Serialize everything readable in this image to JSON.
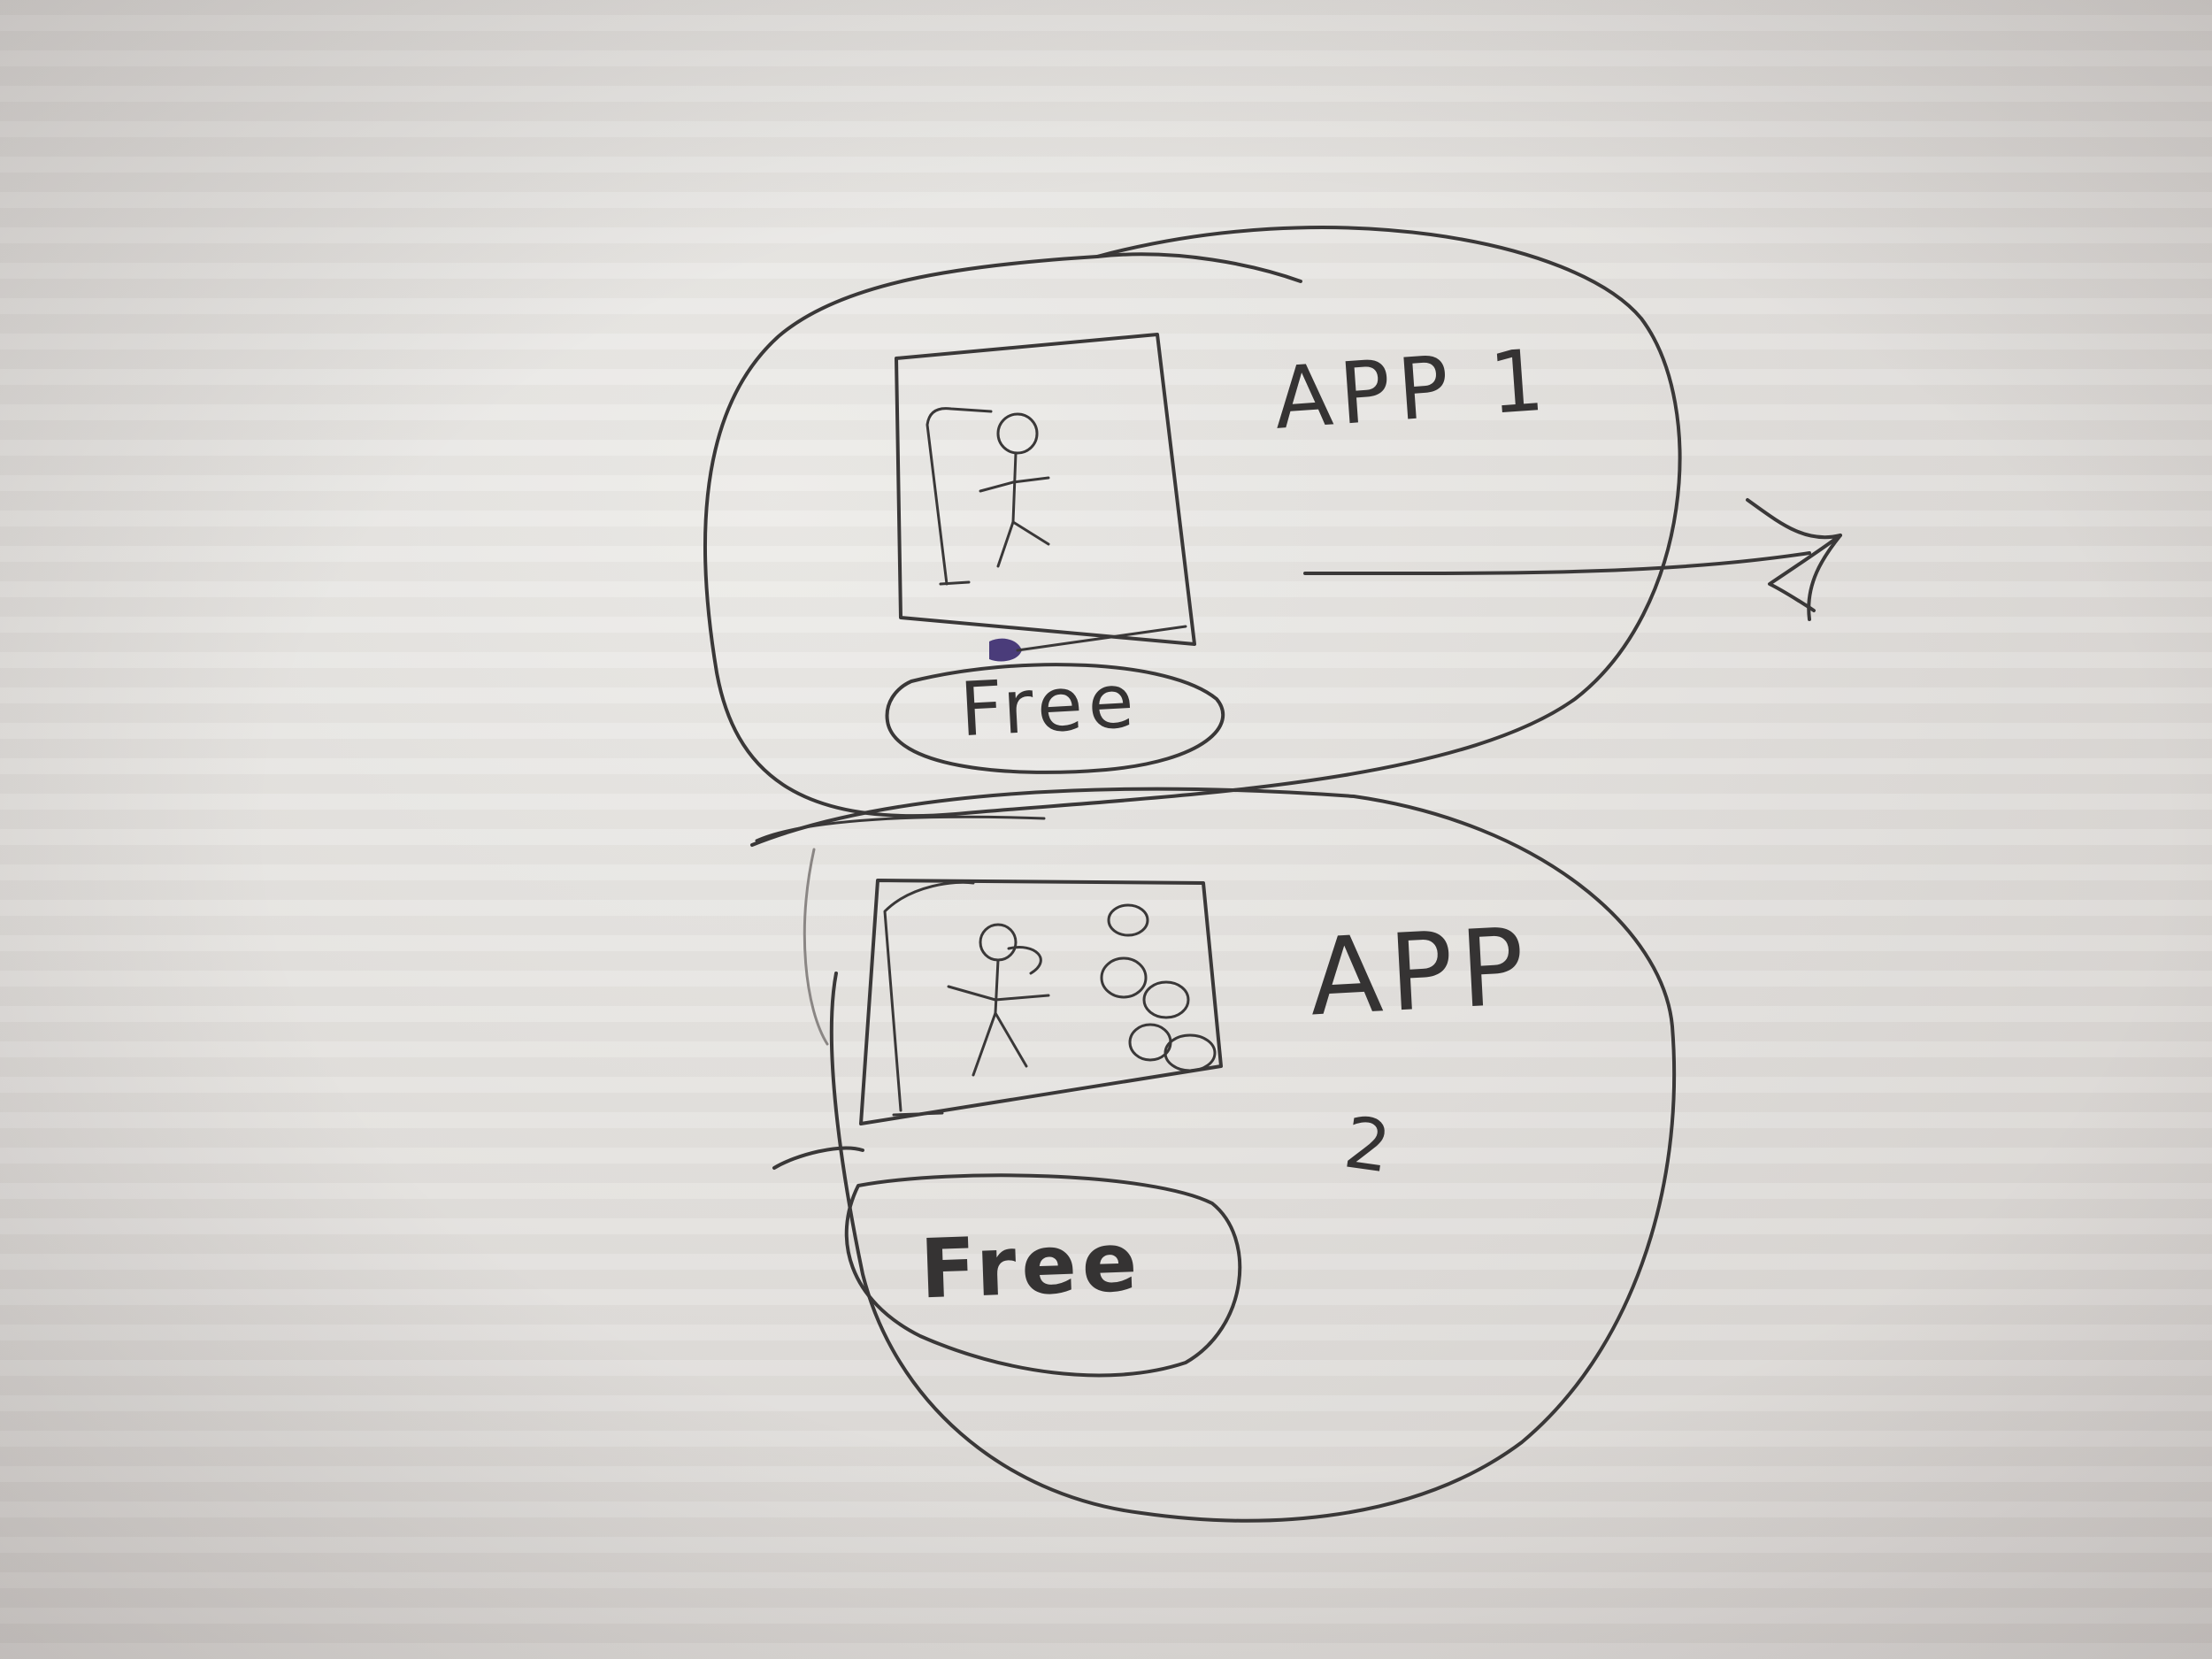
{
  "apps": [
    {
      "title": "APP 1",
      "free_button": "Free"
    },
    {
      "title": "APP",
      "subtitle": "2",
      "free_button": "Free"
    }
  ]
}
